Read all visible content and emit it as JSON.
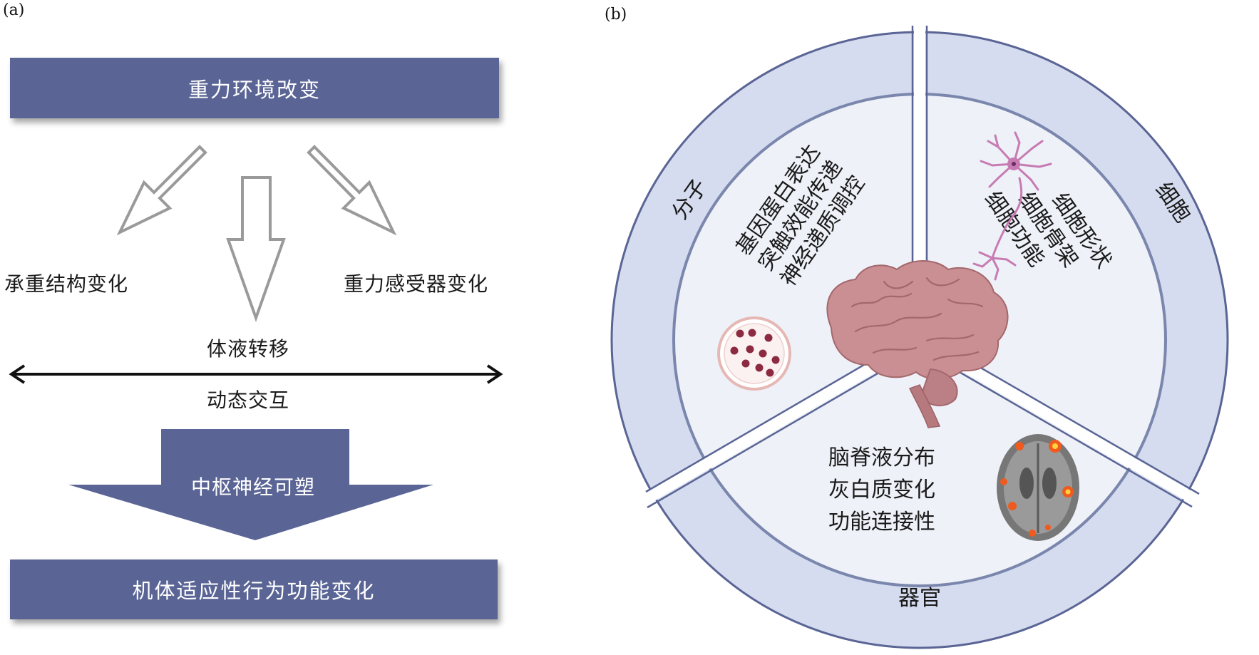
{
  "panel_a": {
    "label": "(a)",
    "top_box": "重力环境改变",
    "left_effect": "承重结构变化",
    "center_effect": "体液转移",
    "right_effect": "重力感受器变化",
    "interaction": "动态交互",
    "arrow_label": "中枢神经可塑",
    "bottom_box": "机体适应性行为功能变化",
    "box_color": "#5a6595"
  },
  "panel_b": {
    "label": "(b)",
    "sectors": {
      "molecule": {
        "name": "分子",
        "items": [
          "基因蛋白表达",
          "突触效能传递",
          "神经递质调控"
        ]
      },
      "cell": {
        "name": "细胞",
        "items": [
          "细胞形状",
          "细胞骨架",
          "细胞功能"
        ]
      },
      "organ": {
        "name": "器官",
        "items": [
          "脑脊液分布",
          "灰白质变化",
          "功能连接性"
        ]
      }
    },
    "ring_color": "#d5dcef",
    "inner_color": "#eef1f8",
    "border_color": "#5a6595"
  }
}
